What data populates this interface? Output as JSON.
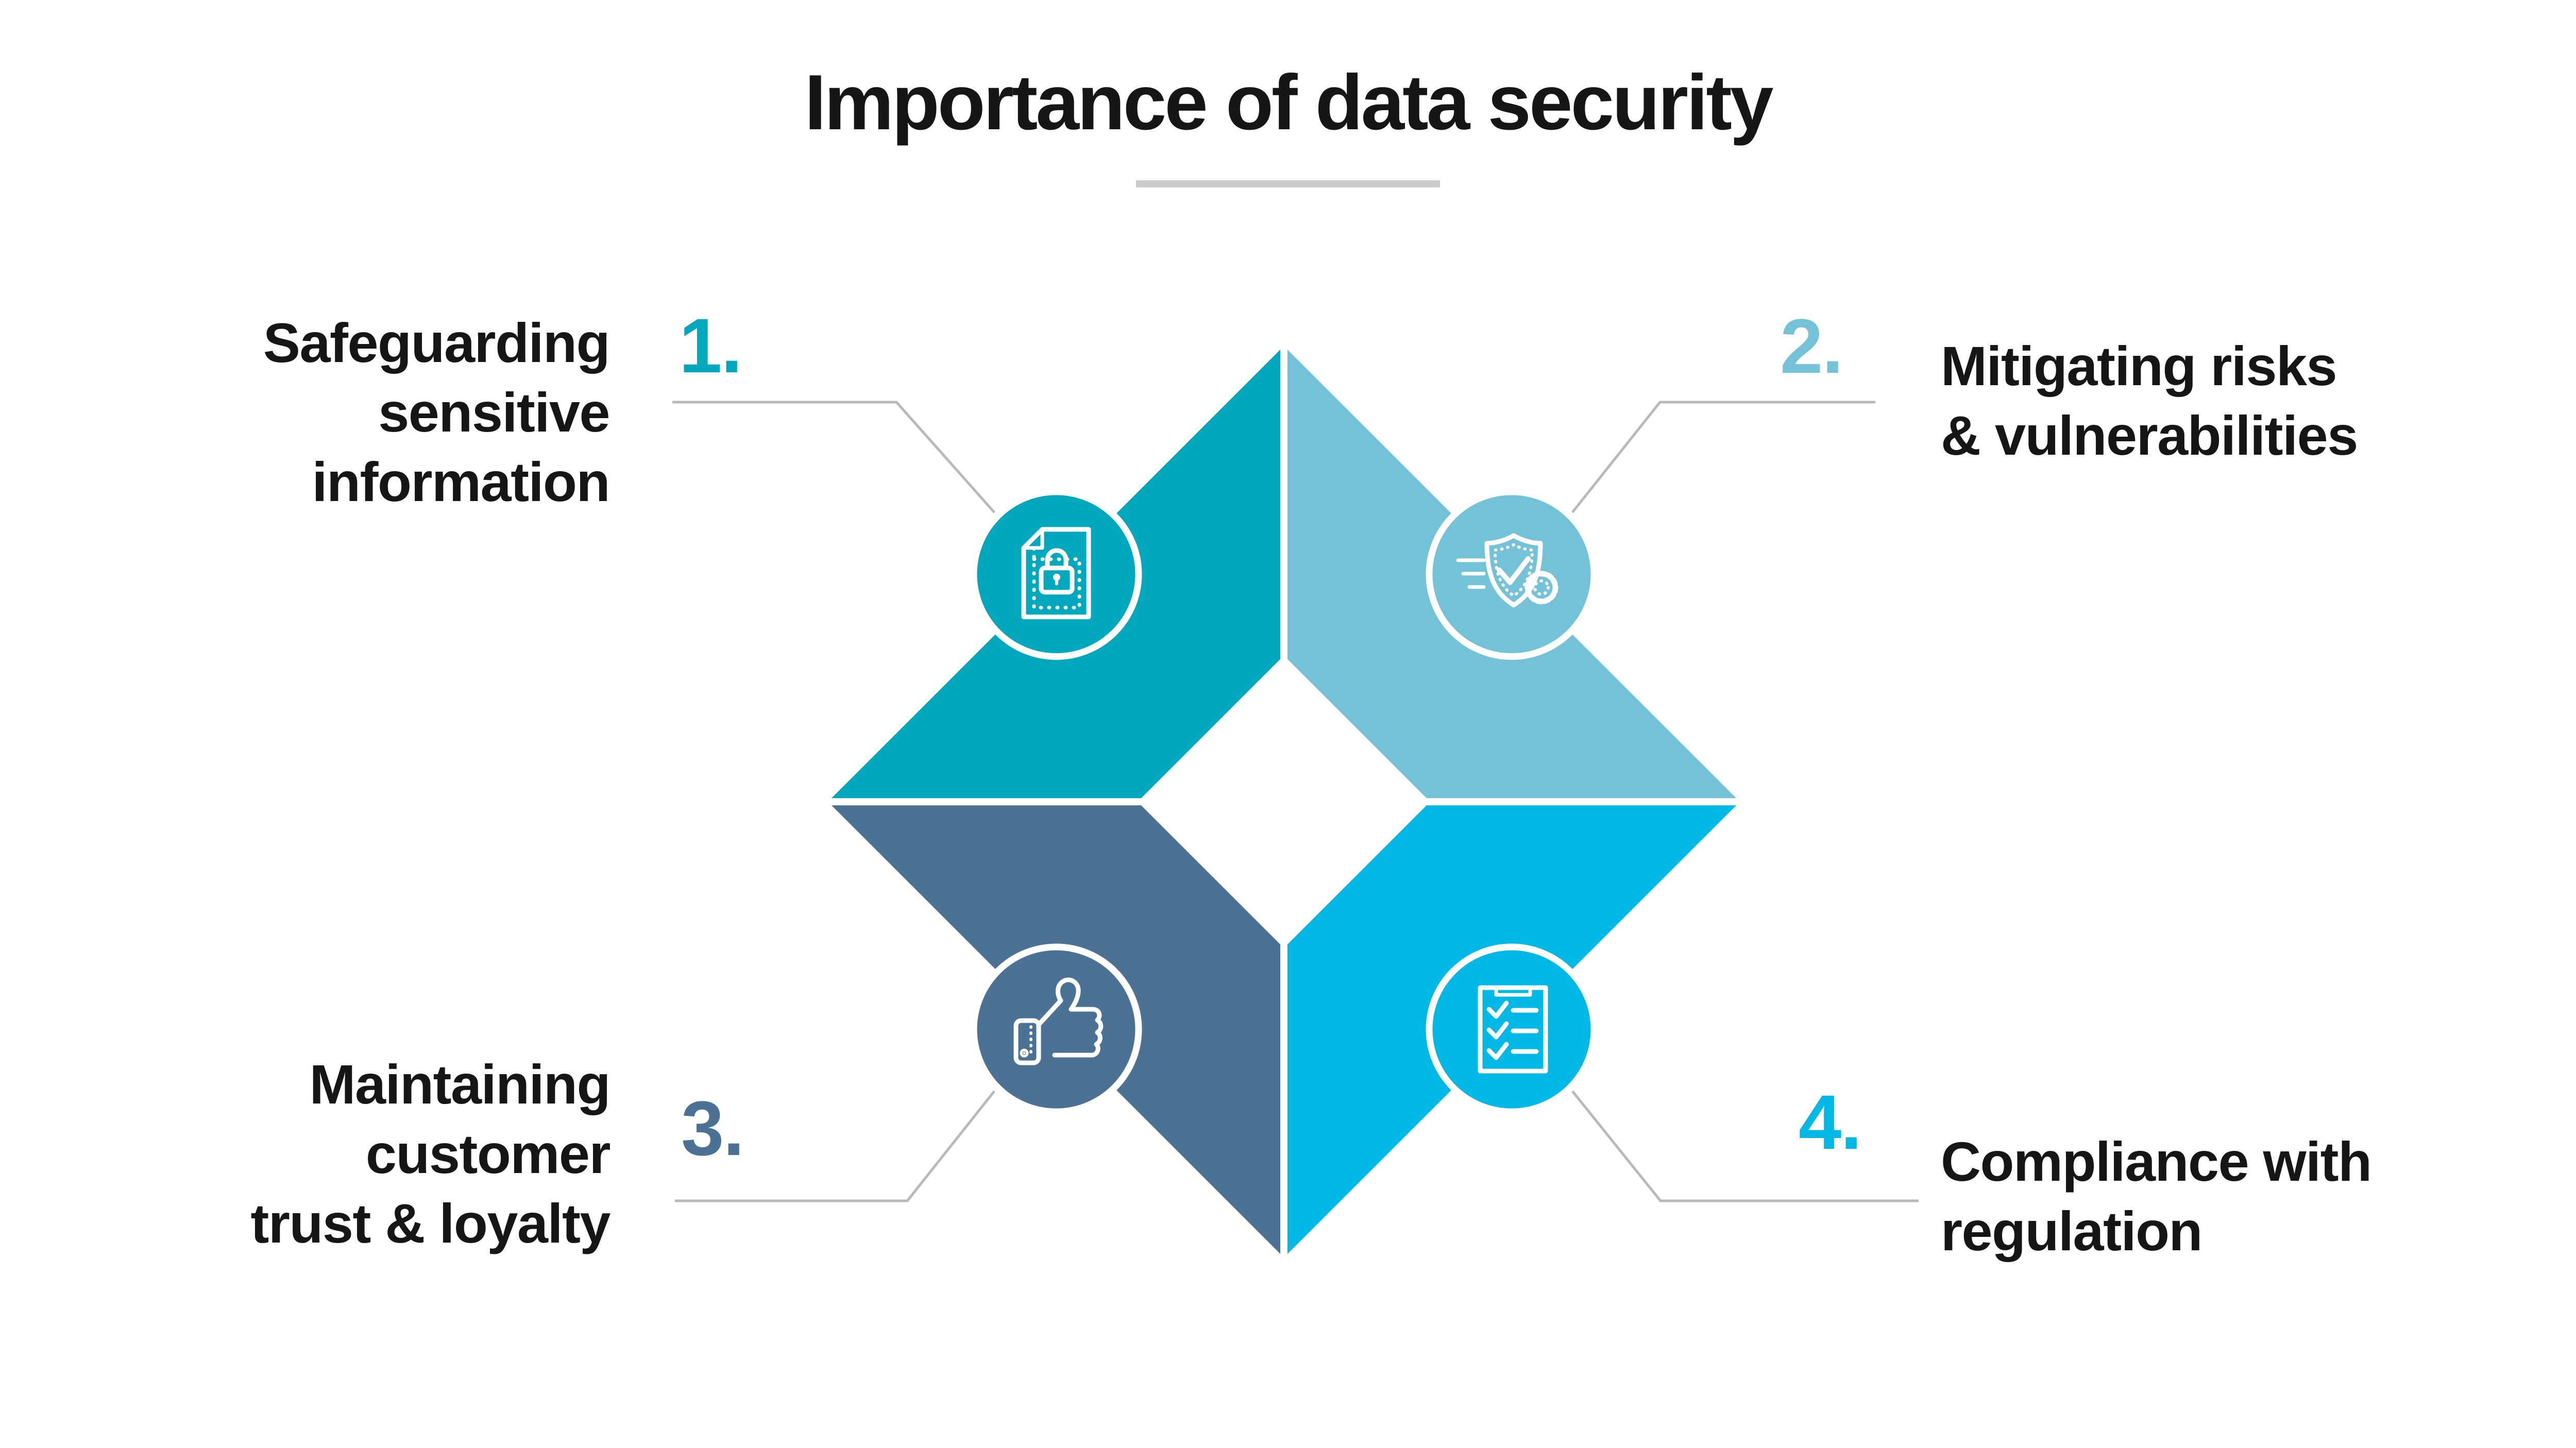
{
  "title": {
    "text": "Importance of data security"
  },
  "palette": {
    "teal": "#00A8BE",
    "light_blue": "#74C2D8",
    "slate_blue": "#4B7295",
    "cyan": "#00B8E6",
    "text": "#161616",
    "connector": "#B9B9B9",
    "divider": "#CBCBCB"
  },
  "items": [
    {
      "number": "1.",
      "icon": "document-lock-icon",
      "color": "#00A8BE",
      "lines": [
        "Safeguarding",
        "sensitive",
        "information"
      ]
    },
    {
      "number": "2.",
      "icon": "shield-check-gear-icon",
      "color": "#74C2D8",
      "lines": [
        "Mitigating risks",
        "& vulnerabilities"
      ]
    },
    {
      "number": "3.",
      "icon": "thumbs-up-icon",
      "color": "#4B7295",
      "lines": [
        "Maintaining",
        "customer",
        "trust & loyalty"
      ]
    },
    {
      "number": "4.",
      "icon": "checklist-clipboard-icon",
      "color": "#00B8E6",
      "lines": [
        "Compliance with",
        "regulation"
      ]
    }
  ]
}
